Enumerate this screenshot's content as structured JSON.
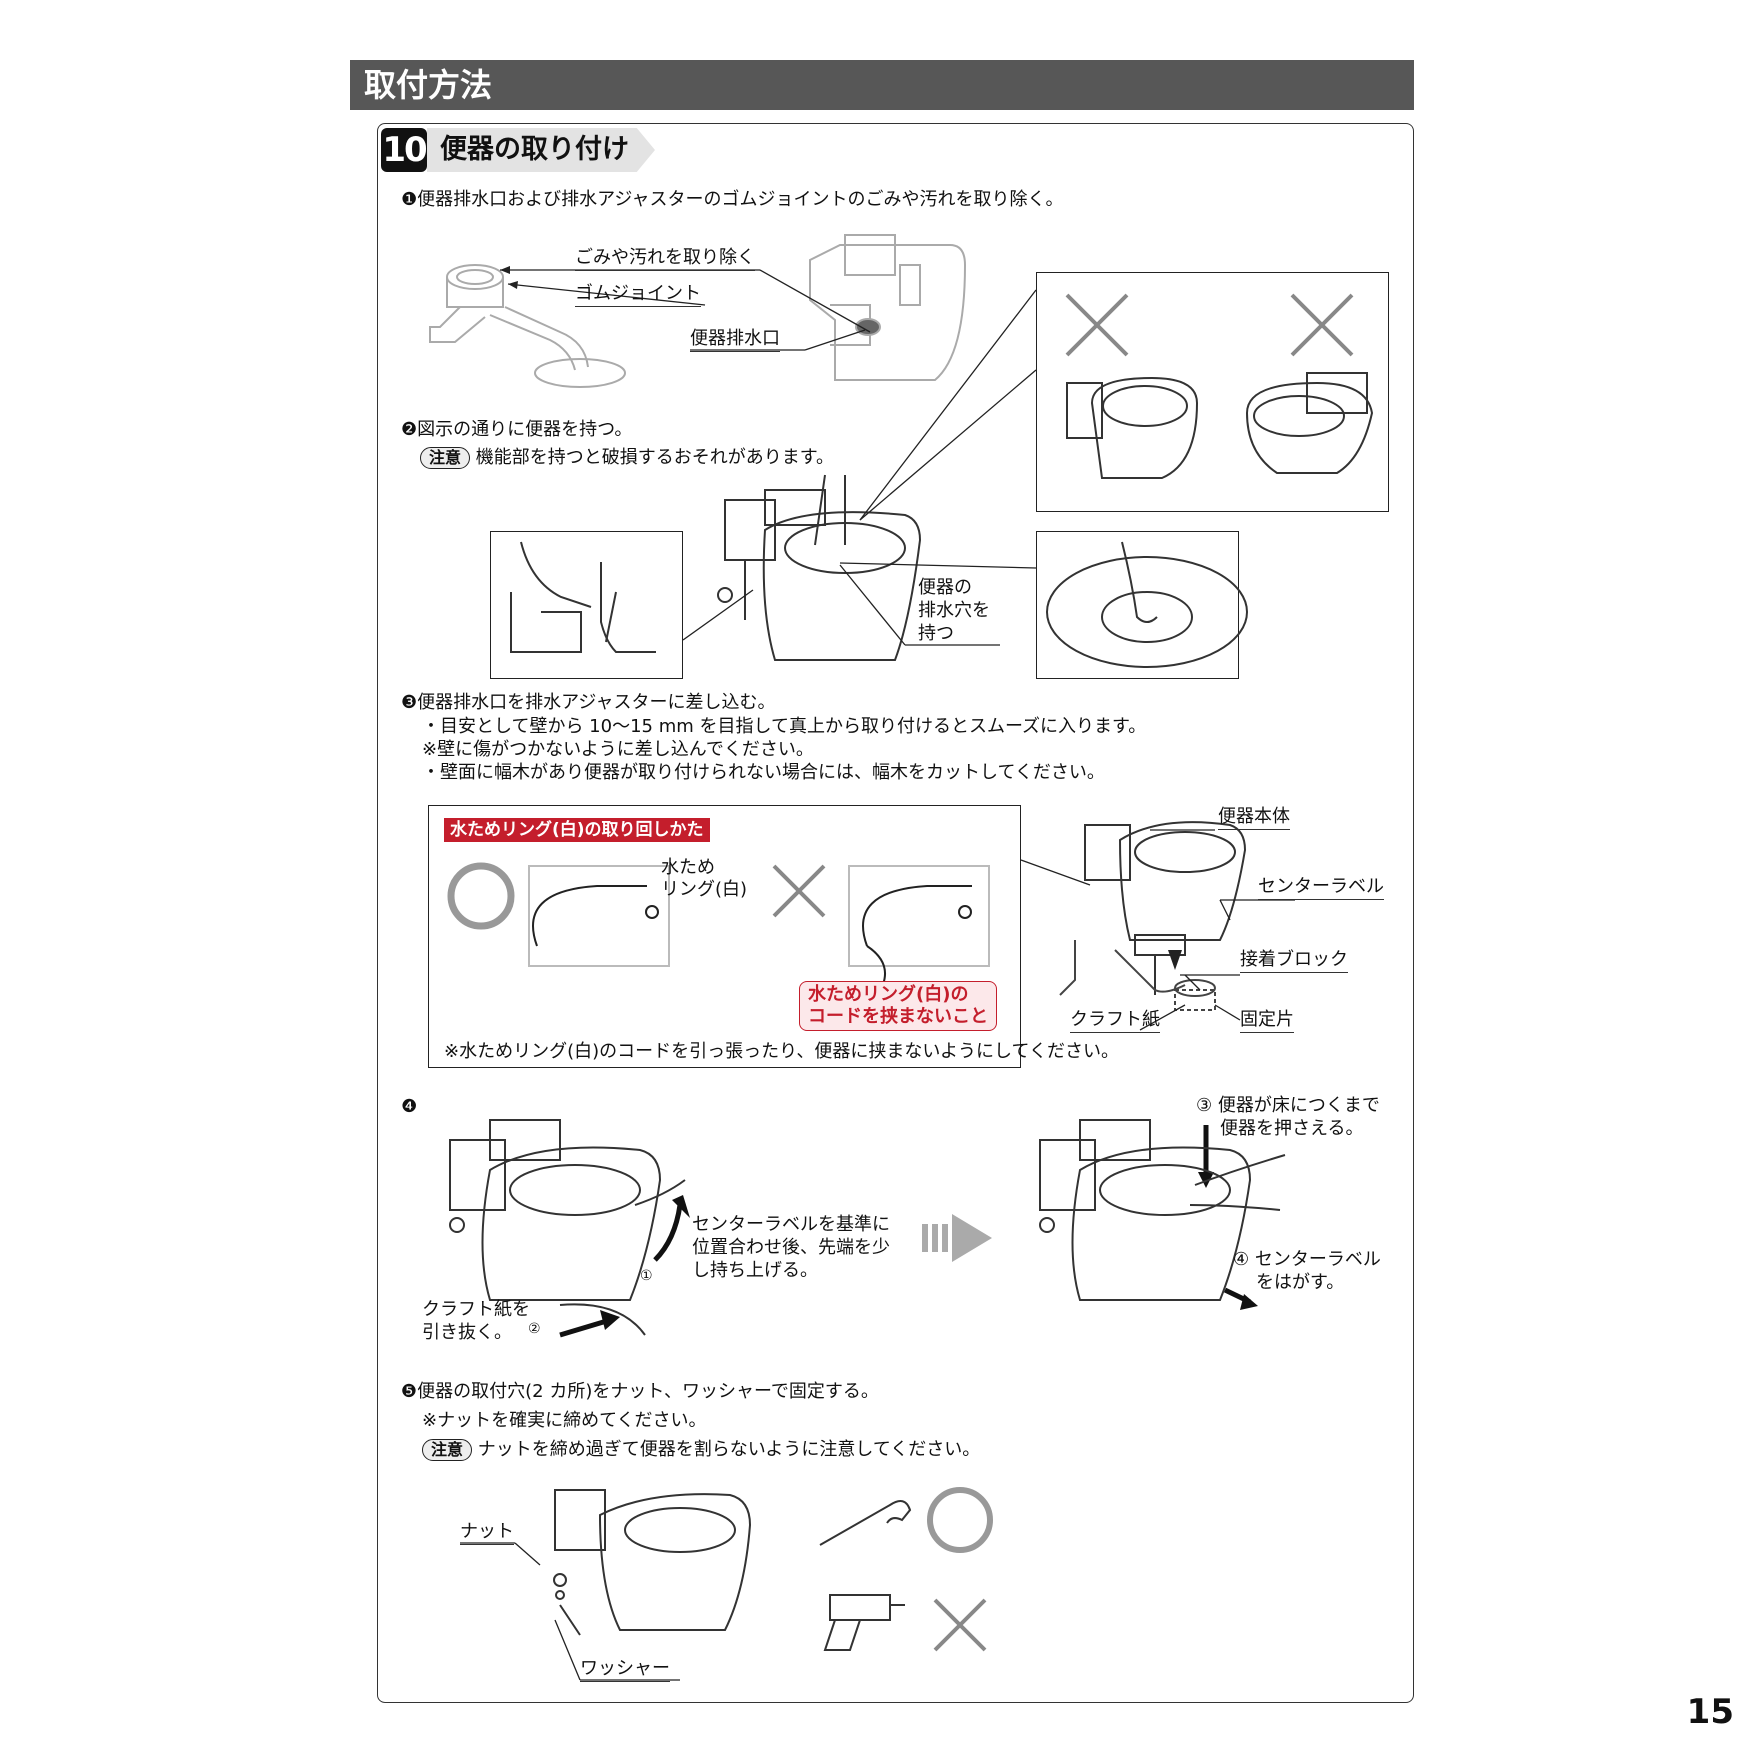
{
  "section_title": "取付方法",
  "step": {
    "number": "10",
    "title": "便器の取り付け"
  },
  "s1": {
    "text": "❶便器排水口および排水アジャスターのゴムジョイントのごみや汚れを取り除く。",
    "label_dirt": "ごみや汚れを取り除く",
    "label_joint": "ゴムジョイント",
    "label_outlet": "便器排水口"
  },
  "s2": {
    "text": "❷図示の通りに便器を持つ。",
    "caution_tag": "注意",
    "caution_text": "機能部を持つと破損するおそれがあります。",
    "hold_label_1": "便器の",
    "hold_label_2": "排水穴を",
    "hold_label_3": "持つ"
  },
  "s3": {
    "text": "❸便器排水口を排水アジャスターに差し込む。",
    "note1": "・目安として壁から 10〜15 mm を目指して真上から取り付けるとスムーズに入ります。",
    "note2": "※壁に傷がつかないように差し込んでください。",
    "note3": "・壁面に幅木があり便器が取り付けられない場合には、幅木をカットしてください。",
    "ring_title": "水ためリング(白)の取り回しかた",
    "ring_label_1": "水ため",
    "ring_label_2": "リング(白)",
    "ring_warning_1": "水ためリング(白)の",
    "ring_warning_2": "コードを挟まないこと",
    "ring_footnote": "※水ためリング(白)のコードを引っ張ったり、便器に挟まないようにしてください。",
    "label_body": "便器本体",
    "label_center": "センターラベル",
    "label_adhesive": "接着ブロック",
    "label_kraft": "クラフト紙",
    "label_fixing": "固定片"
  },
  "s4": {
    "marker": "❹",
    "lift_1": "センターラベルを基準に",
    "lift_2": "位置合わせ後、先端を少",
    "lift_3": "し持ち上げる。",
    "kraft_1": "クラフト紙を",
    "kraft_2": "引き抜く。",
    "press_1": "③ 便器が床につくまで",
    "press_2": "便器を押さえる。",
    "peel_1": "④ センターラベル",
    "peel_2": "をはがす。",
    "n1": "①",
    "n2": "②"
  },
  "s5": {
    "text": "❺便器の取付穴(2 カ所)をナット、ワッシャーで固定する。",
    "note": "※ナットを確実に締めてください。",
    "caution_tag": "注意",
    "caution_text": "ナットを締め過ぎて便器を割らないように注意してください。",
    "label_nut": "ナット",
    "label_washer": "ワッシャー"
  },
  "page_number": "15"
}
